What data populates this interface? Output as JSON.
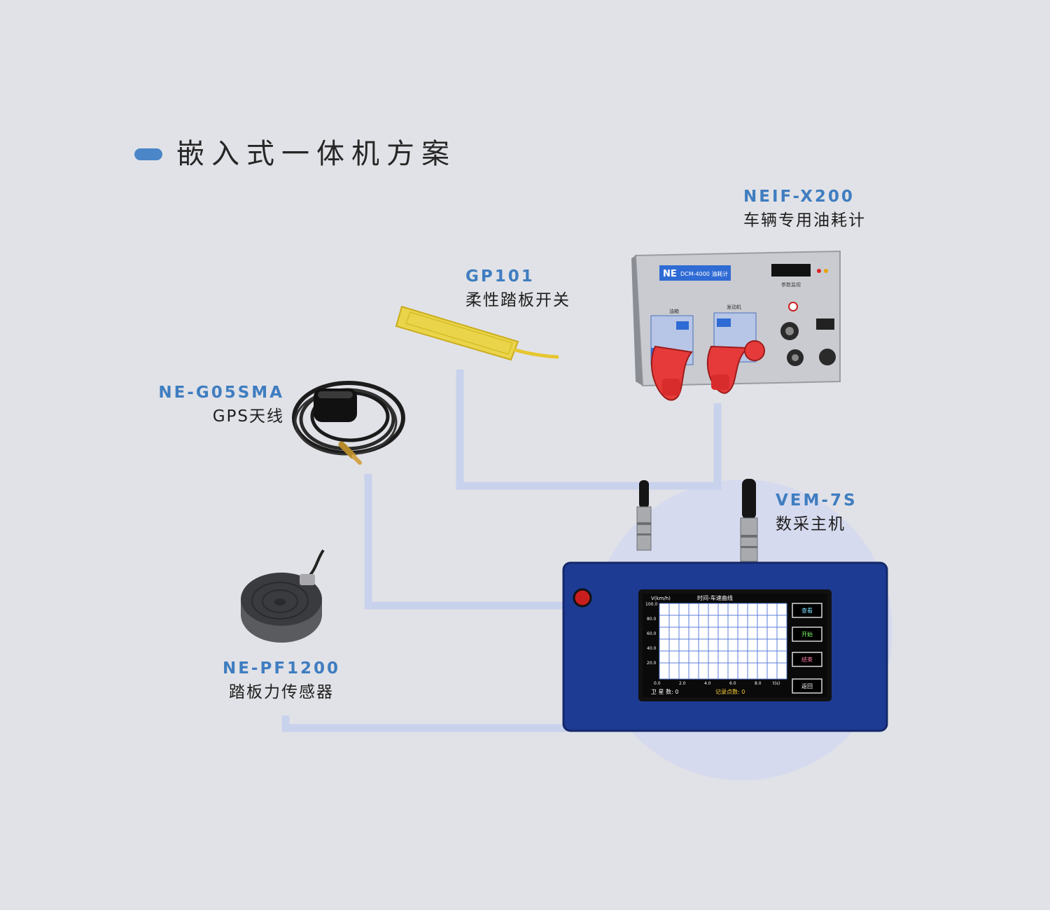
{
  "title": "嵌入式一体机方案",
  "devices": {
    "neif": {
      "model": "NEIF-X200",
      "name": "车辆专用油耗计"
    },
    "gp101": {
      "model": "GP101",
      "name": "柔性踏板开关"
    },
    "gps": {
      "model": "NE-G05SMA",
      "name": "GPS天线"
    },
    "vem": {
      "model": "VEM-7S",
      "name": "数采主机"
    },
    "pf": {
      "model": "NE-PF1200",
      "name": "踏板力传感器"
    }
  },
  "meter_panel": {
    "brand": "NE",
    "product": "DCM-4000 油耗计",
    "display_caption": "参数监视",
    "section_fuel": "油箱",
    "section_engine": "发动机"
  },
  "screen": {
    "y_axis_unit": "V(km/h)",
    "chart_title": "时间-车速曲线",
    "y_ticks": [
      "100.0",
      "80.0",
      "60.0",
      "40.0",
      "20.0"
    ],
    "x_ticks": [
      "0.0",
      "2.0",
      "4.0",
      "6.0",
      "8.0"
    ],
    "x_axis_unit": "t(s)",
    "satellites": "卫 星 数: 0",
    "records": "记录点数: 0",
    "buttons": [
      "查看",
      "开始",
      "结束",
      "返回"
    ]
  },
  "colors": {
    "accent": "#4a86c8",
    "connector": "#c9d2ec",
    "host_body": "#1d3b93"
  }
}
